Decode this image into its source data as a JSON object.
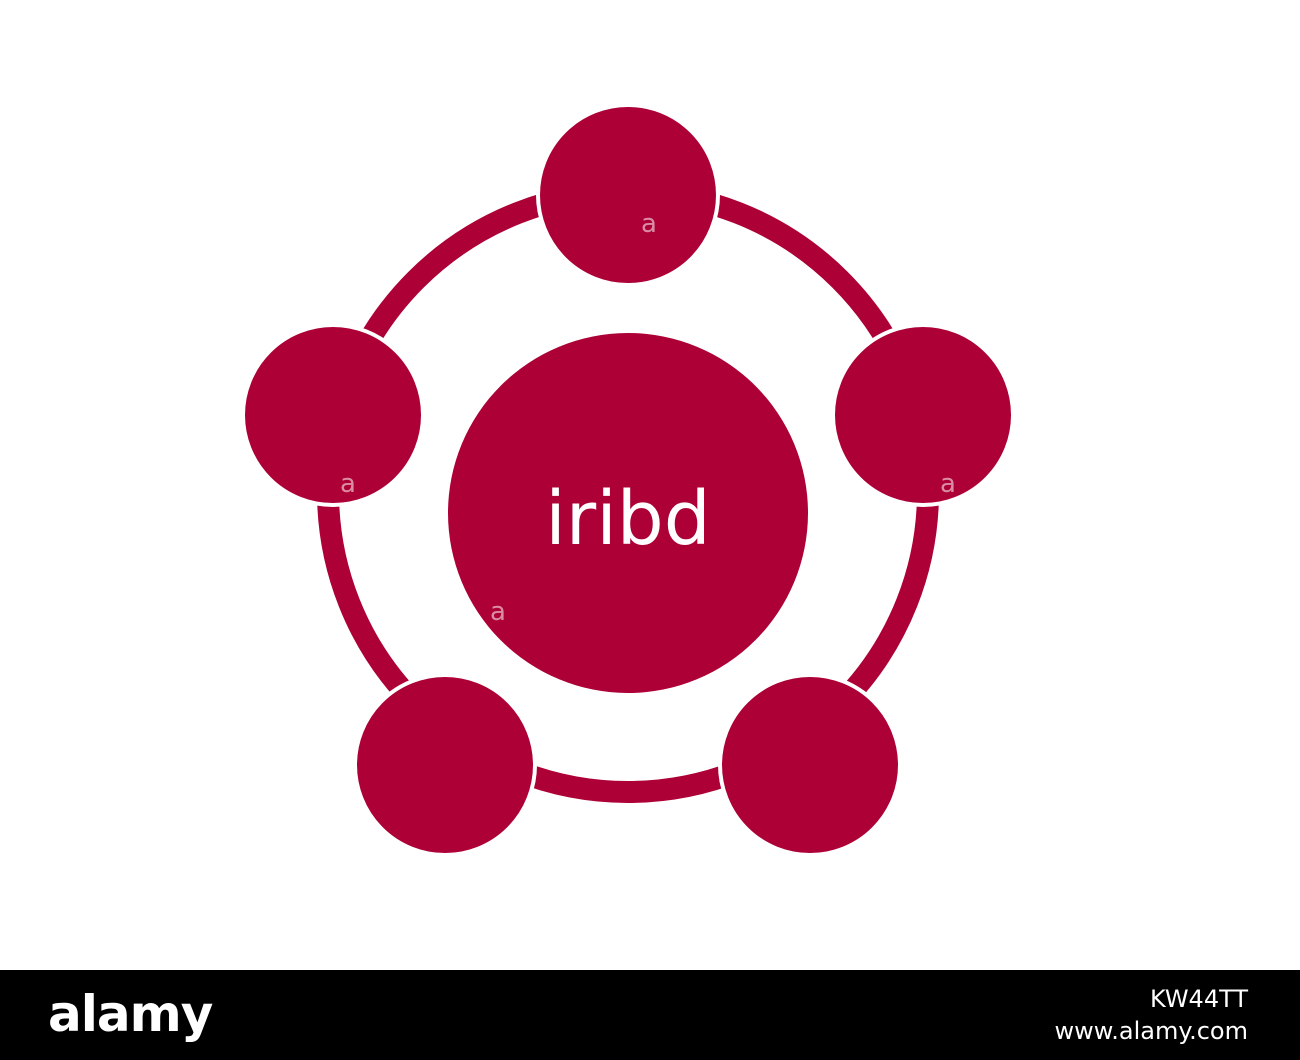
{
  "logo": {
    "center_text": "iribd",
    "color": "#ad0036",
    "text_color": "#ffffff",
    "satellite_count": 5
  },
  "watermark": {
    "glyph": "a"
  },
  "footer": {
    "brand": "alamy",
    "image_id": "KW44TT",
    "site": "www.alamy.com",
    "background": "#000000"
  }
}
